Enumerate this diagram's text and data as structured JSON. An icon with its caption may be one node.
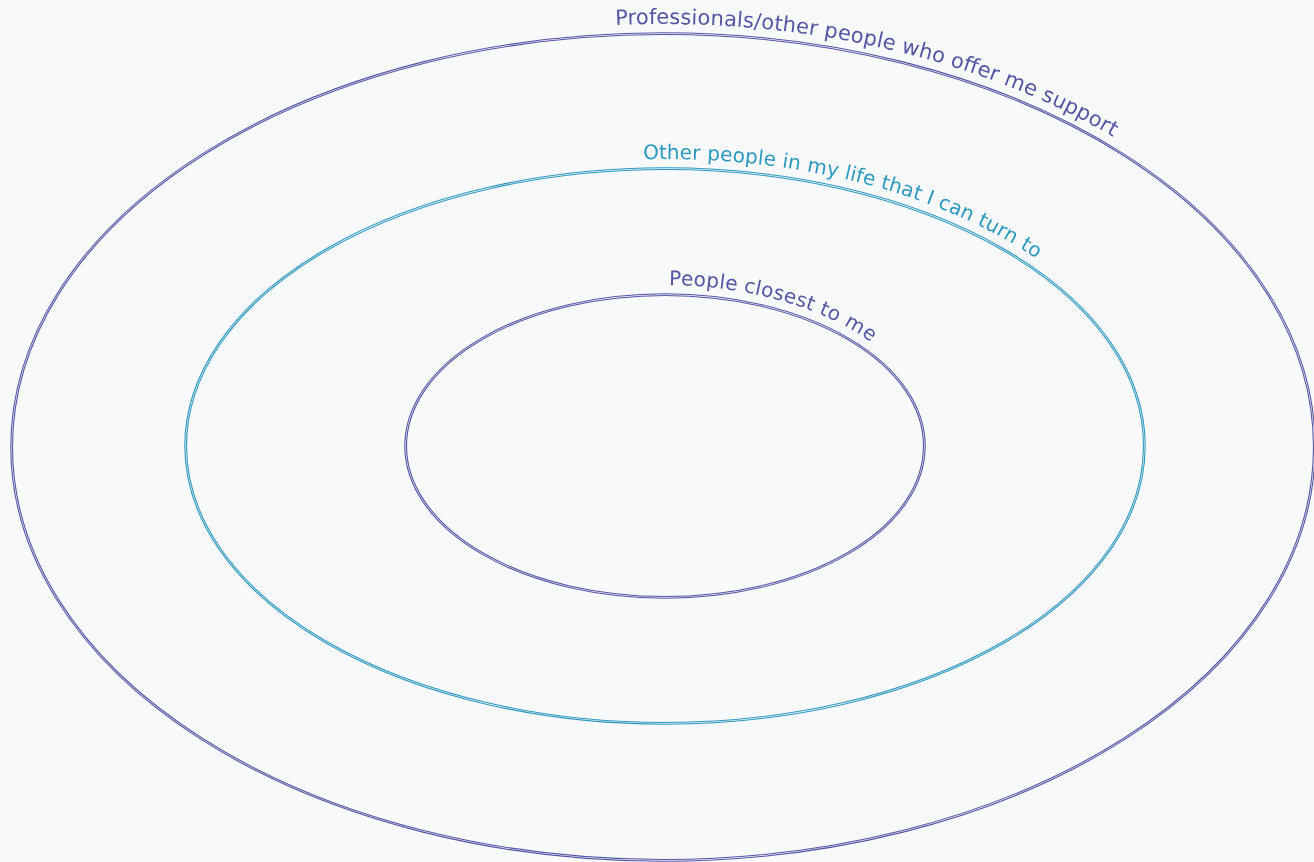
{
  "diagram": {
    "nodes": [
      {
        "text": [
          "Professionals/other people who offer me support"
        ]
      },
      {
        "text": [
          "Other people in my life that I can turn to"
        ],
        "in": 0
      },
      {
        "text": [
          "People closest to me"
        ],
        "in": 1
      }
    ]
  }
}
